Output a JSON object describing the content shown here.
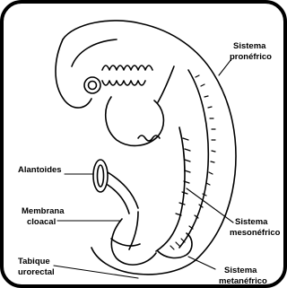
{
  "labels": {
    "pronefrico_line1": "Sistema",
    "pronefrico_line2": "pronéfrico",
    "alantoides": "Alantoides",
    "membrana_line1": "Membrana",
    "membrana_line2": "cloacal",
    "mesonefrico_line1": "Sistema",
    "mesonefrico_line2": "mesonéfrico",
    "tabique_line1": "Tabique",
    "tabique_line2": "urorectal",
    "metanefrico_line1": "Sistema",
    "metanefrico_line2": "metanéfrico"
  },
  "colors": {
    "ink": "#000000",
    "background": "#ffffff"
  }
}
